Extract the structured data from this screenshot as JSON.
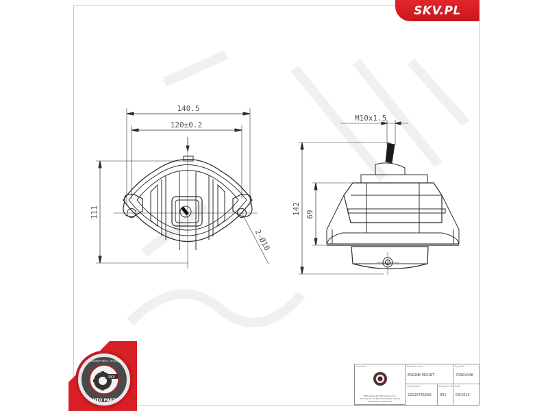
{
  "brand": {
    "label": "SKV.PL",
    "color": "#d81f26"
  },
  "drawing": {
    "front_view": {
      "width_overall": "140.5",
      "hole_spacing": "120±0.2",
      "height": "111",
      "holes": "2-Ø10"
    },
    "side_view": {
      "thread": "M10x1.5",
      "total_height": "142",
      "body_height": "69"
    }
  },
  "badge": {
    "top_text": "AFTERMARKET PRICE · OE QUALITY",
    "center_text": "SKV",
    "bottom_text": "AUTO PARTS"
  },
  "title_block": {
    "importer_label": "Importer",
    "importer_lines": [
      "ESEN Nagrodzi Wlkopolsk S.K.A.",
      "Piasnika 83, 07-800 Wroclawski, Poland",
      "info@skv.pl, www.skv.pl"
    ],
    "product_name_label": "Product name",
    "product_name": "ENGINE MOUNT",
    "symbol_label": "Symbol",
    "symbol": "75SKV048",
    "oe_label": "OE Number",
    "oe_number": "22116761092",
    "diagram_label": "Diagram No",
    "diagram_no": "001",
    "date_label": "Date",
    "date": "03/2025"
  }
}
